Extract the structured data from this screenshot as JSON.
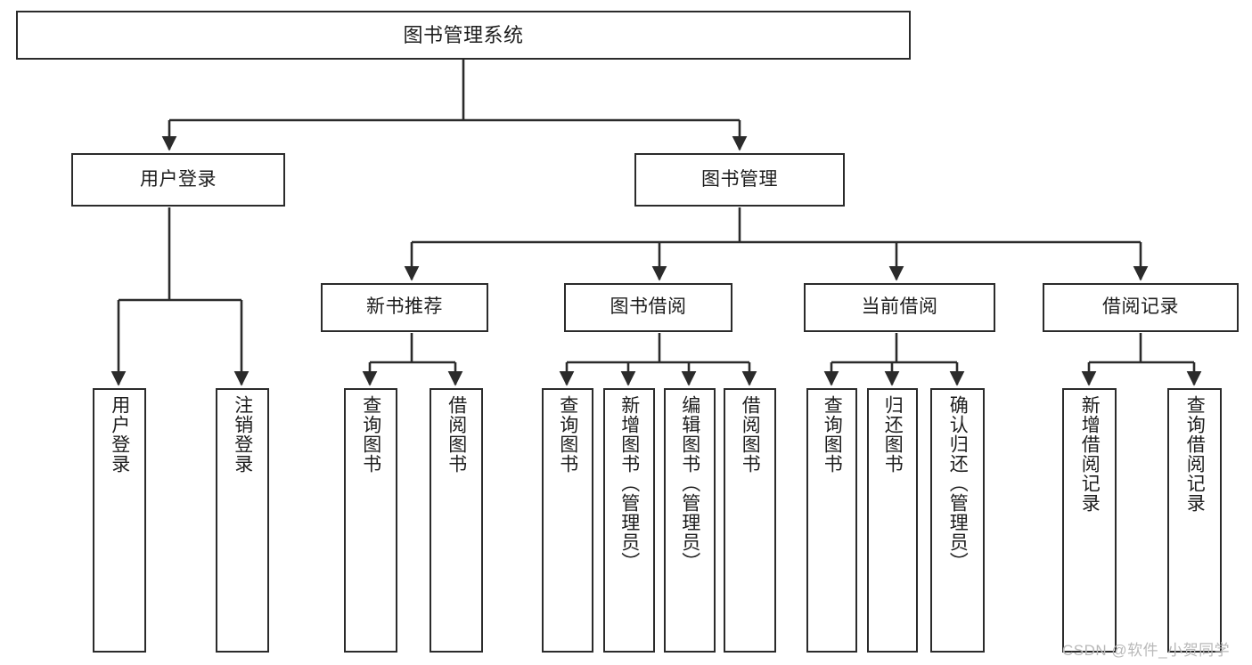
{
  "diagram": {
    "type": "tree-hierarchy",
    "title": "图书管理系统",
    "orientation": "top-down",
    "levels": 4,
    "root": {
      "id": "root",
      "label": "图书管理系统",
      "text_direction": "horizontal"
    },
    "level1": [
      {
        "id": "user-login",
        "label": "用户登录",
        "text_direction": "horizontal"
      },
      {
        "id": "book-manage",
        "label": "图书管理",
        "text_direction": "horizontal"
      }
    ],
    "level2": [
      {
        "id": "new-book-recommend",
        "label": "新书推荐",
        "parent": "book-manage",
        "text_direction": "horizontal"
      },
      {
        "id": "book-borrow",
        "label": "图书借阅",
        "parent": "book-manage",
        "text_direction": "horizontal"
      },
      {
        "id": "current-borrow",
        "label": "当前借阅",
        "parent": "book-manage",
        "text_direction": "horizontal"
      },
      {
        "id": "borrow-record",
        "label": "借阅记录",
        "parent": "book-manage",
        "text_direction": "horizontal"
      }
    ],
    "leaves": [
      {
        "id": "leaf-user-login",
        "label": "用户登录",
        "parent": "user-login",
        "text_direction": "vertical"
      },
      {
        "id": "leaf-logout",
        "label": "注销登录",
        "parent": "user-login",
        "text_direction": "vertical"
      },
      {
        "id": "leaf-query-book-1",
        "label": "查询图书",
        "parent": "new-book-recommend",
        "text_direction": "vertical"
      },
      {
        "id": "leaf-borrow-book-1",
        "label": "借阅图书",
        "parent": "new-book-recommend",
        "text_direction": "vertical"
      },
      {
        "id": "leaf-query-book-2",
        "label": "查询图书",
        "parent": "book-borrow",
        "text_direction": "vertical"
      },
      {
        "id": "leaf-add-book",
        "label": "新增图书（管理员）",
        "parent": "book-borrow",
        "text_direction": "vertical"
      },
      {
        "id": "leaf-edit-book",
        "label": "编辑图书（管理员）",
        "parent": "book-borrow",
        "text_direction": "vertical"
      },
      {
        "id": "leaf-borrow-book-2",
        "label": "借阅图书",
        "parent": "book-borrow",
        "text_direction": "vertical"
      },
      {
        "id": "leaf-query-book-3",
        "label": "查询图书",
        "parent": "current-borrow",
        "text_direction": "vertical"
      },
      {
        "id": "leaf-return-book",
        "label": "归还图书",
        "parent": "current-borrow",
        "text_direction": "vertical"
      },
      {
        "id": "leaf-confirm-return",
        "label": "确认归还（管理员）",
        "parent": "current-borrow",
        "text_direction": "vertical"
      },
      {
        "id": "leaf-add-record",
        "label": "新增借阅记录",
        "parent": "borrow-record",
        "text_direction": "vertical"
      },
      {
        "id": "leaf-query-record",
        "label": "查询借阅记录",
        "parent": "borrow-record",
        "text_direction": "vertical"
      }
    ],
    "colors": {
      "border": "#2b2b2b",
      "fill": "#ffffff",
      "text": "#1d1d1d",
      "connector": "#2b2b2b",
      "watermark": "#b9b9b9"
    }
  },
  "watermark": {
    "text": "CSDN @软件_小贺同学"
  }
}
